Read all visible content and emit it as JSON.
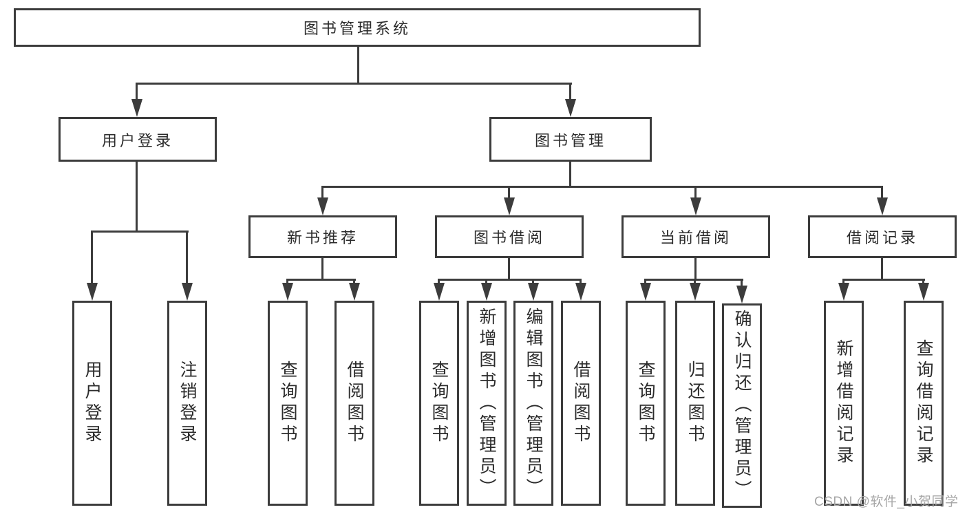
{
  "diagram_type": "hierarchy-tree",
  "colors": {
    "line": "#3c3c3c",
    "text": "#2b2b2b",
    "background": "#ffffff",
    "watermark": "#a6a6a6"
  },
  "watermark": {
    "text": "CSDN @软件_小贺同学"
  },
  "tree": {
    "root": {
      "label": "图书管理系统",
      "children": [
        {
          "label": "用户登录",
          "children": [
            {
              "label": "用户登录"
            },
            {
              "label": "注销登录"
            }
          ]
        },
        {
          "label": "图书管理",
          "children": [
            {
              "label": "新书推荐",
              "children": [
                {
                  "label": "查询图书"
                },
                {
                  "label": "借阅图书"
                }
              ]
            },
            {
              "label": "图书借阅",
              "children": [
                {
                  "label": "查询图书"
                },
                {
                  "label": "新增图书（管理员）"
                },
                {
                  "label": "编辑图书（管理员）"
                },
                {
                  "label": "借阅图书"
                }
              ]
            },
            {
              "label": "当前借阅",
              "children": [
                {
                  "label": "查询图书"
                },
                {
                  "label": "归还图书"
                },
                {
                  "label": "确认归还（管理员）"
                }
              ]
            },
            {
              "label": "借阅记录",
              "children": [
                {
                  "label": "新增借阅记录"
                },
                {
                  "label": "查询借阅记录"
                }
              ]
            }
          ]
        }
      ]
    }
  }
}
